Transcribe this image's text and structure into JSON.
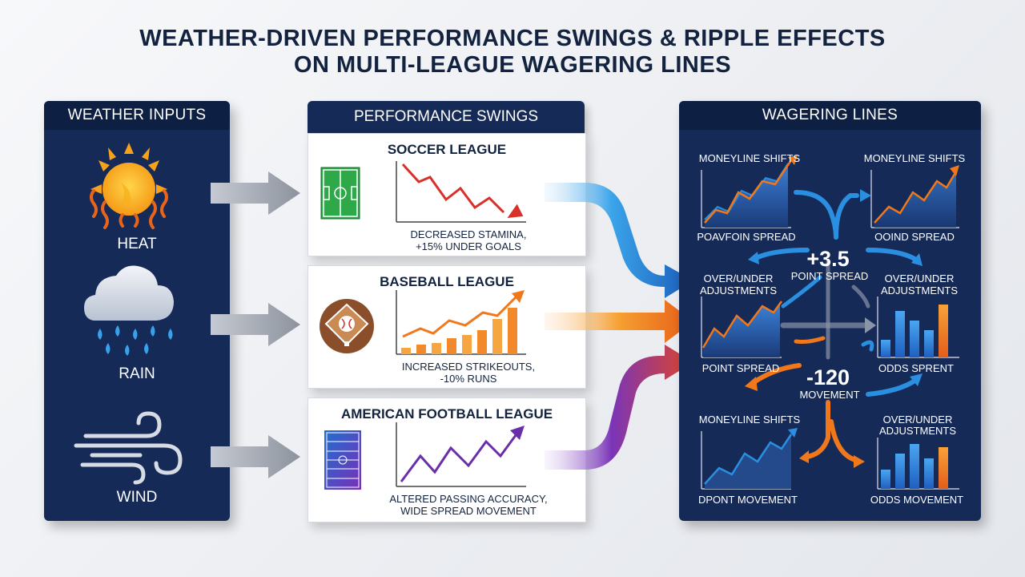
{
  "title": {
    "line1": "WEATHER-DRIVEN PERFORMANCE SWINGS & RIPPLE EFFECTS",
    "line2": "ON MULTI-LEAGUE WAGERING LINES"
  },
  "weather": {
    "header": "WEATHER INPUTS",
    "items": [
      {
        "label": "HEAT",
        "icon": "sun-heat-icon"
      },
      {
        "label": "RAIN",
        "icon": "rain-cloud-icon"
      },
      {
        "label": "WIND",
        "icon": "wind-icon"
      }
    ]
  },
  "performance": {
    "header": "PERFORMANCE SWINGS",
    "cards": [
      {
        "title": "SOCCER LEAGUE",
        "caption1": "DECREASED STAMINA,",
        "caption2": "+15% UNDER GOALS",
        "icon": "soccer-field-icon"
      },
      {
        "title": "BASEBALL LEAGUE",
        "caption1": "INCREASED STRIKEOUTS,",
        "caption2": "-10% RUNS",
        "icon": "baseball-diamond-icon"
      },
      {
        "title": "AMERICAN FOOTBALL LEAGUE",
        "caption1": "ALTERED PASSING ACCURACY,",
        "caption2": "WIDE SPREAD MOVEMENT",
        "icon": "football-field-icon"
      }
    ]
  },
  "wagering": {
    "header": "WAGERING LINES",
    "tl_title": "MONEYLINE SHIFTS",
    "tl_caption": "POAVFOIN SPREAD",
    "tr_title": "MONEYLINE SHIFTS",
    "tr_caption": "OOIND SPREAD",
    "ml_title1": "OVER/UNDER",
    "ml_title2": "ADJUSTMENTS",
    "ml_caption": "POINT SPREAD",
    "mr_title1": "OVER/UNDER",
    "mr_title2": "ADJUSTMENTS",
    "mr_caption": "ODDS SPRENT",
    "bl_title": "MONEYLINE SHIFTS",
    "bl_caption": "DPONT MOVEMENT",
    "br_title1": "OVER/UNDER",
    "br_title2": "ADJUSTMENTS",
    "br_caption": "ODDS MOVEMENT",
    "center_top_value": "+3.5",
    "center_top_label": "POINT SPREAD",
    "center_bottom_value": "-120",
    "center_bottom_label": "MOVEMENT"
  },
  "colors": {
    "navy": "#152a57",
    "red": "#d9302a",
    "orange": "#f0781a",
    "purple": "#6a2fa8",
    "blue": "#2a8fe0"
  }
}
